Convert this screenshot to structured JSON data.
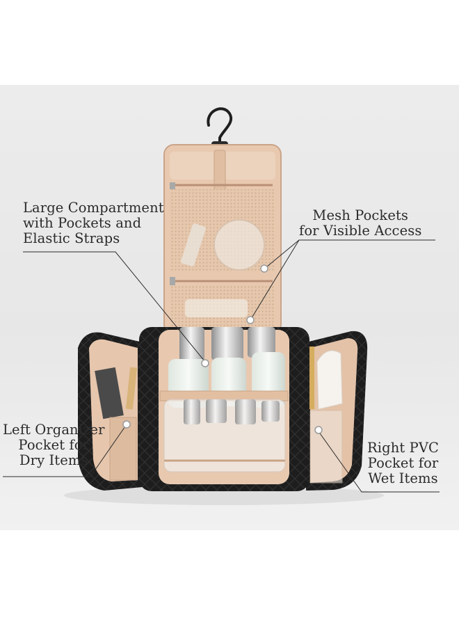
{
  "callouts": {
    "large_compartment": [
      "Large Compartment",
      "with Pockets and",
      "Elastic Straps"
    ],
    "mesh_pockets": [
      "Mesh Pockets",
      "for Visible Access"
    ],
    "left_pocket": [
      "Left Organizer",
      "Pocket for",
      "Dry Items"
    ],
    "right_pocket": [
      "Right PVC",
      "Pocket for",
      "Wet Items"
    ]
  },
  "colors": {
    "bag_black": "#1c1c1c",
    "lining_beige": "#e9cdb6",
    "mesh": "#e3c3a8",
    "leader_line": "#2b2b2b"
  }
}
